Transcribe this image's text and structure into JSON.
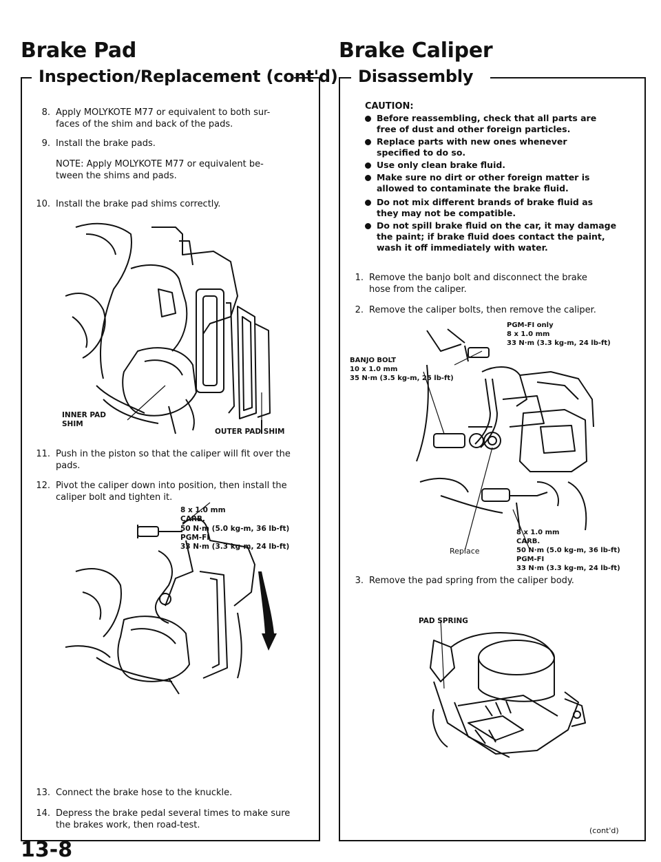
{
  "left": {
    "title": "Brake Pad",
    "subtitle": "Inspection/Replacement (cont'd)",
    "steps": {
      "s8": {
        "num": "8.",
        "line1": "Apply MOLYKOTE M77 or equivalent to both sur-",
        "line2": "faces of the shim and back of the pads."
      },
      "s9": {
        "num": "9.",
        "line1": "Install the brake pads."
      },
      "note": {
        "line1": "NOTE: Apply MOLYKOTE M77 or equivalent be-",
        "line2": "tween the shims and pads."
      },
      "s10": {
        "num": "10.",
        "line1": "Install the brake pad shims correctly."
      },
      "s11": {
        "num": "11.",
        "line1": "Push in the piston so that the caliper will fit over the",
        "line2": "pads."
      },
      "s12": {
        "num": "12.",
        "line1": "Pivot the caliper down into position, then install the",
        "line2": "caliper bolt and tighten it."
      },
      "s13": {
        "num": "13.",
        "line1": "Connect the brake hose to the knuckle."
      },
      "s14": {
        "num": "14.",
        "line1": "Depress the brake pedal several times to make sure",
        "line2": "the brakes work, then road-test."
      }
    },
    "fig1": {
      "inner_pad_shim_1": "INNER PAD",
      "inner_pad_shim_2": "SHIM",
      "outer_pad_shim": "OUTER PAD SHIM"
    },
    "fig2": {
      "l1": "8 x 1.0 mm",
      "l2": "CARB.",
      "l3": "50 N·m (5.0 kg-m, 36 lb-ft)",
      "l4": "PGM-FI",
      "l5": "33 N·m (3.3 kg-m, 24 lb-ft)"
    }
  },
  "right": {
    "title": "Brake Caliper",
    "subtitle": "Disassembly",
    "caution": {
      "title": "CAUTION:",
      "b1": {
        "l1": "Before reassembling, check that all parts are",
        "l2": "free of dust and other foreign particles."
      },
      "b2": {
        "l1": "Replace parts with new ones whenever",
        "l2": "specified to do so."
      },
      "b3": {
        "l1": "Use only clean brake fluid."
      },
      "b4": {
        "l1": "Make sure no dirt or other foreign matter is",
        "l2": "allowed to contaminate the brake fluid."
      },
      "b5": {
        "l1": "Do not mix different brands of brake fluid as",
        "l2": "they may not be compatible."
      },
      "b6": {
        "l1": "Do not spill brake fluid on the car, it may damage",
        "l2": "the paint; if brake fluid does contact the paint,",
        "l3": "wash it off immediately with water."
      }
    },
    "steps": {
      "s1": {
        "num": "1.",
        "line1": "Remove the banjo bolt and disconnect the brake",
        "line2": "hose from the caliper."
      },
      "s2": {
        "num": "2.",
        "line1": "Remove the caliper bolts, then remove the caliper."
      },
      "s3": {
        "num": "3.",
        "line1": "Remove the pad spring from the caliper body."
      }
    },
    "fig3": {
      "pgm_1": "PGM-FI only",
      "pgm_2": "8 x 1.0 mm",
      "pgm_3": "33 N·m (3.3 kg-m, 24 lb-ft)",
      "banjo_1": "BANJO BOLT",
      "banjo_2": "10 x 1.0 mm",
      "banjo_3": "35 N·m (3.5 kg-m, 25 lb-ft)",
      "bot_1": "8 x 1.0 mm",
      "bot_2": "CARB.",
      "bot_3": "50 N·m (5.0 kg-m, 36 lb-ft)",
      "bot_4": "PGM-FI",
      "bot_5": "33 N·m (3.3 kg-m, 24 lb-ft)",
      "replace": "Replace"
    },
    "fig4": {
      "pad_spring": "PAD SPRING"
    },
    "contd": "(cont'd)"
  },
  "page_number": "13-8"
}
